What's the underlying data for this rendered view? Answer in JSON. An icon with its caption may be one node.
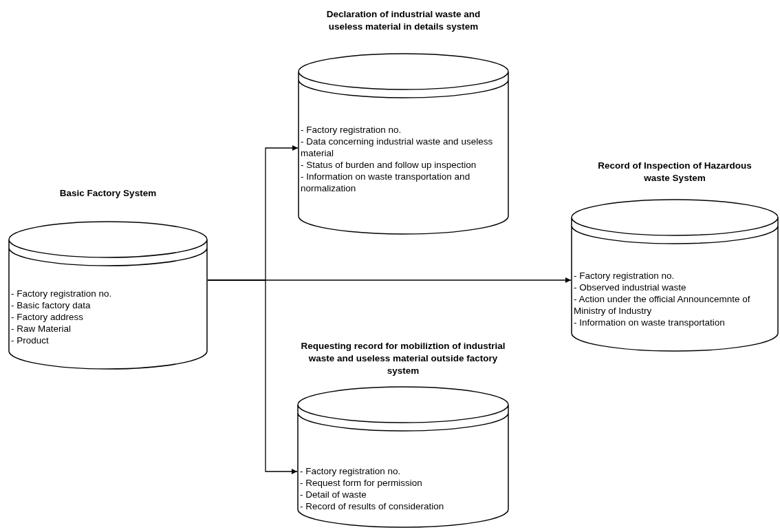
{
  "diagram": {
    "nodes": [
      {
        "text": [
          "Basic Factory System",
          "- Factory registration no.",
          "- Basic factory data",
          "- Factory address",
          "- Raw Material",
          "- Product"
        ]
      },
      {
        "text": [
          "Declaration of industrial waste and useless material in details system",
          "- Factory registration no.",
          "- Data concerning industrial waste and useless material",
          "- Status of burden and follow up inspection",
          "- Information on waste transportation and normalization"
        ]
      },
      {
        "text": [
          "Record of Inspection of Hazardous waste System",
          "- Factory registration no.",
          "- Observed industrial waste",
          "- Action under the official Announcemnte of Ministry of Industry",
          "- Information on waste transportation"
        ]
      },
      {
        "text": [
          "Requesting record for mobiliztion of industrial waste and useless material outside factory system",
          "- Factory registration no.",
          "- Request form for permission",
          "- Detail of waste",
          "- Record of results of consideration"
        ]
      }
    ],
    "edges": [
      {
        "from": 0,
        "to": 1,
        "arrow": "to"
      },
      {
        "from": 0,
        "to": 2,
        "arrow": "to"
      },
      {
        "from": 0,
        "to": 3,
        "arrow": "to"
      }
    ]
  }
}
